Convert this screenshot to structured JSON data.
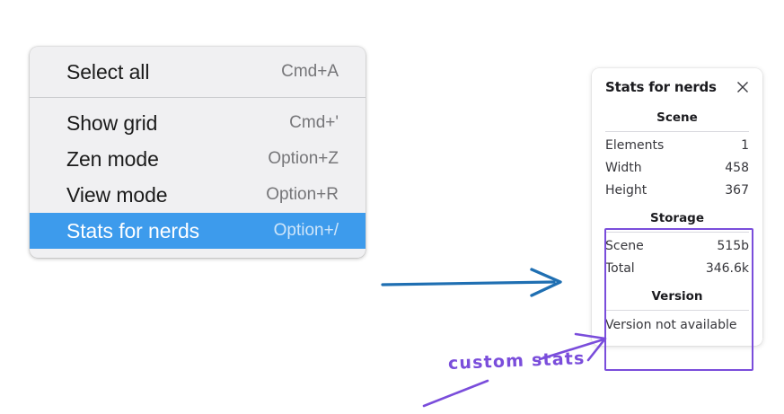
{
  "context_menu": {
    "groups": [
      {
        "items": [
          {
            "label": "Select all",
            "shortcut": "Cmd+A",
            "selected": false
          }
        ]
      },
      {
        "items": [
          {
            "label": "Show grid",
            "shortcut": "Cmd+'",
            "selected": false
          },
          {
            "label": "Zen mode",
            "shortcut": "Option+Z",
            "selected": false
          },
          {
            "label": "View mode",
            "shortcut": "Option+R",
            "selected": false
          },
          {
            "label": "Stats for nerds",
            "shortcut": "Option+/",
            "selected": true
          }
        ]
      }
    ],
    "highlight_color": "#3d9bec"
  },
  "stats_panel": {
    "title": "Stats for nerds",
    "close_icon": "close-icon",
    "sections": [
      {
        "name": "scene",
        "heading": "Scene",
        "rows": [
          {
            "key": "Elements",
            "value": "1"
          },
          {
            "key": "Width",
            "value": "458"
          },
          {
            "key": "Height",
            "value": "367"
          }
        ]
      },
      {
        "name": "storage",
        "heading": "Storage",
        "rows": [
          {
            "key": "Scene",
            "value": "515b"
          },
          {
            "key": "Total",
            "value": "346.6k"
          }
        ]
      },
      {
        "name": "version",
        "heading": "Version",
        "single": "Version not available"
      }
    ]
  },
  "annotations": {
    "label": "custom stats",
    "label_color": "#7a4ddb",
    "highlight_box_color": "#7a4ddb",
    "pointer_arrow_color": "#1f6fb2"
  }
}
